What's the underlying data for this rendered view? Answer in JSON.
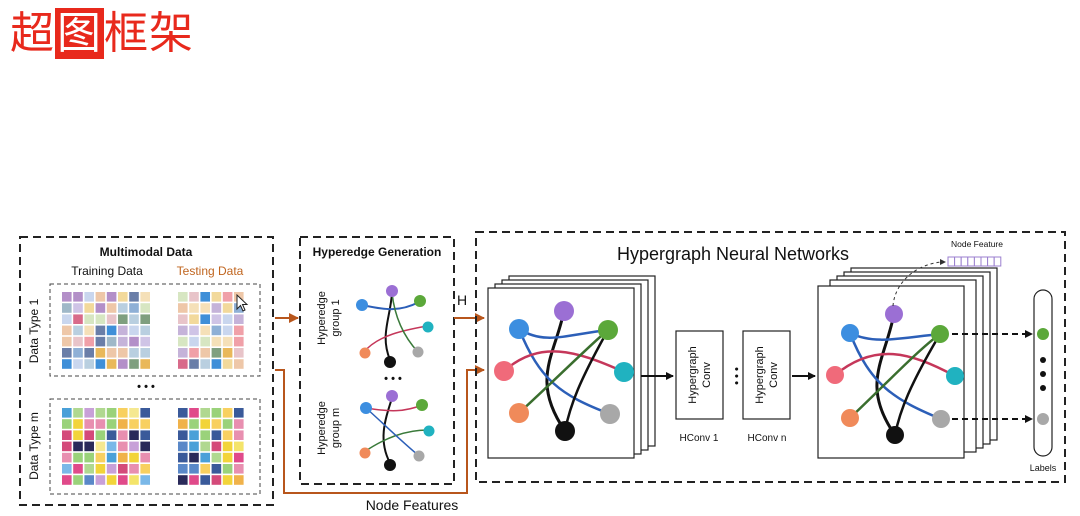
{
  "slide_title_part1": "超",
  "slide_title_highlight": "图",
  "slide_title_part2": "框架",
  "multimodal": {
    "heading": "Multimodal Data",
    "training_label": "Training Data",
    "testing_label": "Testing Data",
    "type1_label": "Data Type 1",
    "typem_label": "Data Type m",
    "ellipsis": "• • •"
  },
  "hyperedge": {
    "heading": "Hyperedge Generation",
    "group1_line1": "Hyperedge",
    "group1_line2": "group 1",
    "groupm_line1": "Hyperedge",
    "groupm_line2": "group m",
    "ellipsis": "• • •"
  },
  "hgnn": {
    "heading": "Hypergraph Neural Networks",
    "h_label": "H",
    "conv1_line1": "Hypergraph",
    "conv1_line2": "Conv",
    "conv1_caption": "HConv 1",
    "convn_line1": "Hypergraph",
    "convn_line2": "Conv",
    "convn_caption": "HConv n",
    "conv_ellipsis": "• • •",
    "node_feature_label": "Node Feature",
    "labels_caption": "Labels"
  },
  "node_features_label": "Node Features",
  "colors": {
    "title_red": "#e8291c",
    "testing_orange": "#c0651f",
    "arrow_orange": "#b8561c",
    "node_feature_purple": "#9b7fcf"
  }
}
